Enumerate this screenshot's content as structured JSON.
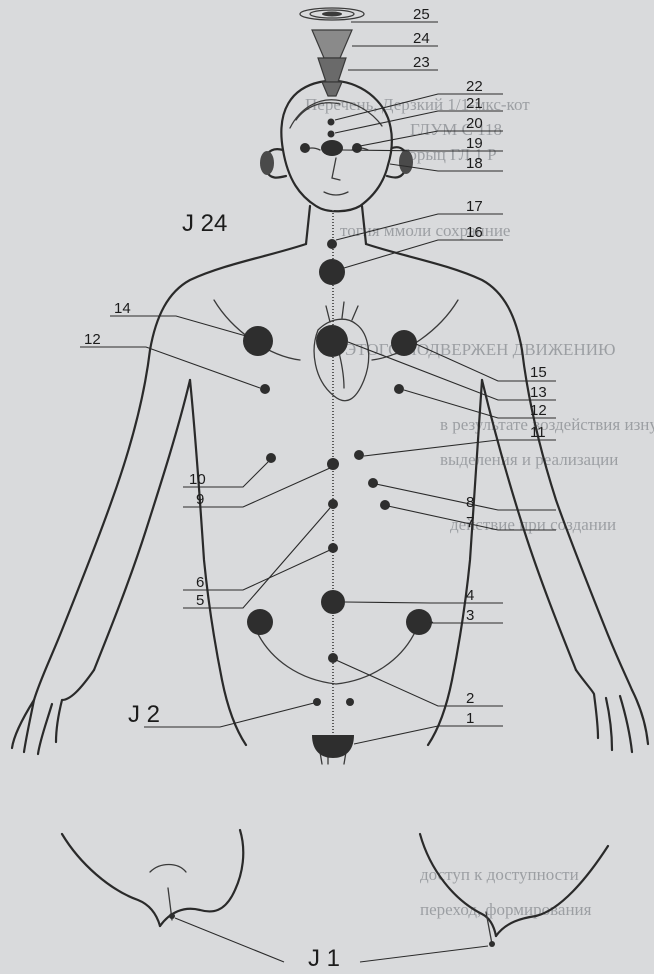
{
  "labels": {
    "n1": "1",
    "n2": "2",
    "n3": "3",
    "n4": "4",
    "n5": "5",
    "n6": "6",
    "n7": "7",
    "n8": "8",
    "n9": "9",
    "n10": "10",
    "n11": "11",
    "n12a": "12",
    "n12b": "12",
    "n13": "13",
    "n14": "14",
    "n15": "15",
    "n16": "16",
    "n17": "17",
    "n18": "18",
    "n19": "19",
    "n20": "20",
    "n21": "21",
    "n22": "22",
    "n23": "23",
    "n24": "24",
    "n25": "25",
    "j24": "J 24",
    "j2": "J 2",
    "j1": "J 1"
  },
  "ghost_text": [
    "Перечень, Дерзкий 1/1-мкс-кот",
    "ГЛУМ С 118",
    "Горыц ГЛ 1 Р",
    "тогия ммоли сохранние",
    "ЭТОГО ПОДВЕРЖЕН ДВИЖЕНИЮ",
    "в результате воздействия изнутри",
    "выделения и реализации",
    "действие при создании",
    "доступ к доступности",
    "переход, формирования"
  ],
  "colors": {
    "ink": "#2a2a2a",
    "paper": "#d9dadc",
    "ghost": "#9c9fa3"
  }
}
